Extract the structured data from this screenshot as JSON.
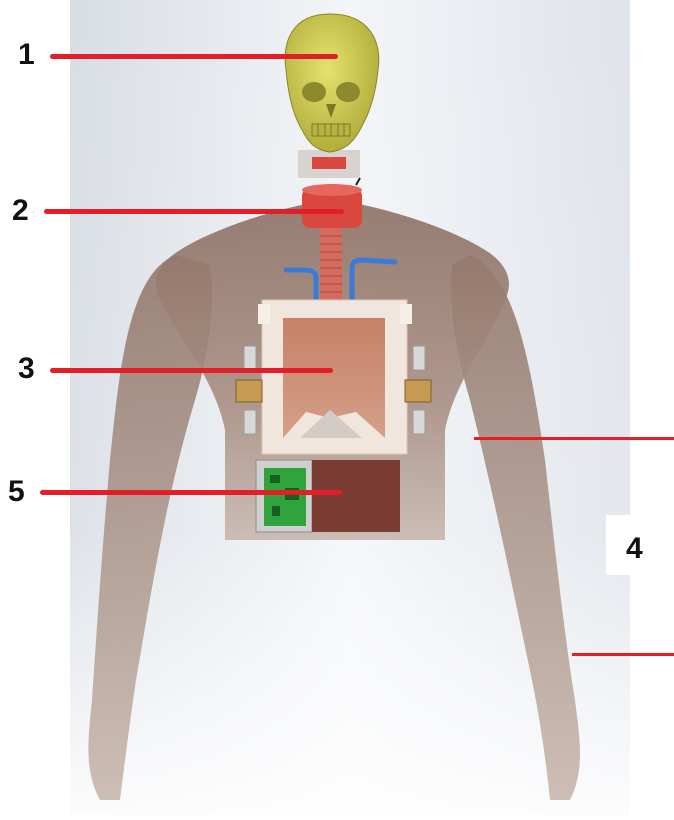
{
  "callouts": [
    {
      "label": "1"
    },
    {
      "label": "2"
    },
    {
      "label": "3"
    },
    {
      "label": "4"
    },
    {
      "label": "5"
    }
  ],
  "colors": {
    "callout_line": "#e41e26",
    "skull": "#c9c64a",
    "neck_ring": "#d9473f",
    "body_skin": "#9a7b6c",
    "lung_bag": "#c8876d",
    "frame": "#f1e6dd",
    "board": "#2fa33c",
    "tube": "#3b7bd6"
  }
}
